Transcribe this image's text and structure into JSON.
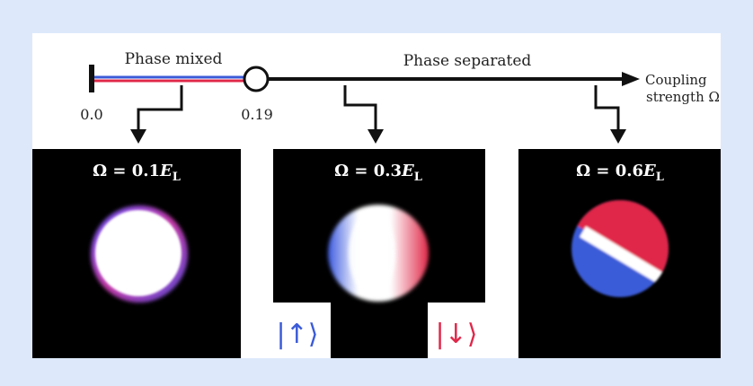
{
  "axis": {
    "left_label": "Phase mixed",
    "right_label": "Phase separated",
    "tick_start": "0.0",
    "tick_critical": "0.19",
    "end_label_line1": "Coupling",
    "end_label_line2": "strength Ω"
  },
  "panels": [
    {
      "omega_prefix": "Ω = 0.1",
      "omega_E": "E",
      "omega_sub": "L"
    },
    {
      "omega_prefix": "Ω = 0.3",
      "omega_E": "E",
      "omega_sub": "L"
    },
    {
      "omega_prefix": "Ω = 0.6",
      "omega_E": "E",
      "omega_sub": "L"
    }
  ],
  "spin_labels": {
    "up": "|↑⟩",
    "down": "|↓⟩"
  },
  "colors": {
    "background": "#dde9fb",
    "spin_up": "#3b5bd8",
    "spin_down": "#e0284a",
    "axis": "#111111"
  }
}
